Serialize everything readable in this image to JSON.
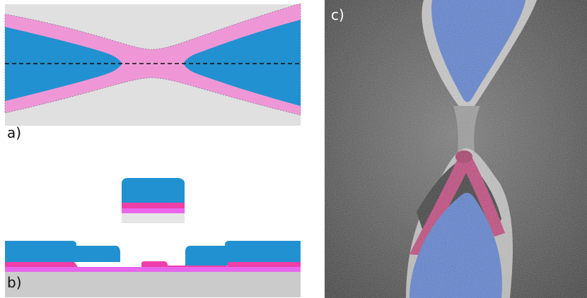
{
  "labels": {
    "a": "a)",
    "b": "b)",
    "c": "c)"
  },
  "colors": {
    "substrate": "#e0e0e0",
    "substrate_b": "#cbcbcb",
    "blue": "#2291d1",
    "pink": "#ef97d6",
    "magenta": "#ef3fa8",
    "violet": "#e766ec",
    "dashed_axis": "#111111",
    "sem_background": "#5a5a5a",
    "sem_blue_overlay": "#5a7fd0",
    "sem_pink_overlay": "#c0447a"
  }
}
